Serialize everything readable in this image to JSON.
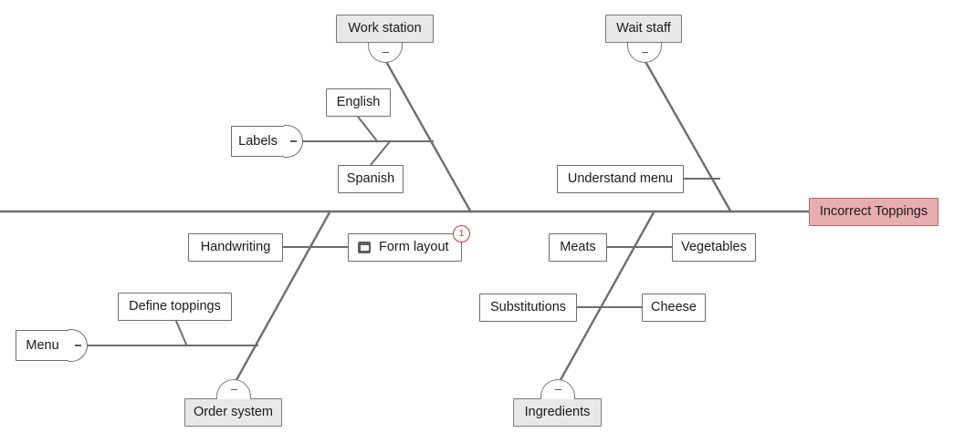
{
  "diagram": {
    "type": "fishbone-ishikawa",
    "title": "Incorrect Toppings",
    "effect": {
      "label": "Incorrect Toppings",
      "fill": "#e6aeae",
      "stroke": "#c06565"
    },
    "colors": {
      "spine": "#6e6e6e",
      "bone": "#6e6e6e",
      "category_fill": "#e8e8e8",
      "category_stroke": "#7a7a7a",
      "cause_fill": "#ffffff",
      "cause_stroke": "#6e6e6e",
      "badge": "#d33a3a",
      "text": "#1a1a1a",
      "background": "#ffffff"
    },
    "categories": [
      {
        "id": "work-station",
        "label": "Work station",
        "position": "top-left",
        "collapse_icon": "minus",
        "causes": [
          "English",
          "Spanish",
          "Labels"
        ]
      },
      {
        "id": "wait-staff",
        "label": "Wait staff",
        "position": "top-right",
        "collapse_icon": "minus",
        "causes": [
          "Understand menu"
        ]
      },
      {
        "id": "order-system",
        "label": "Order system",
        "position": "bottom-left",
        "collapse_icon": "minus",
        "causes": [
          "Handwriting",
          "Form layout",
          "Define toppings",
          "Menu"
        ]
      },
      {
        "id": "ingredients",
        "label": "Ingredients",
        "position": "bottom-right",
        "collapse_icon": "minus",
        "causes": [
          "Meats",
          "Vegetables",
          "Substitutions",
          "Cheese"
        ]
      }
    ],
    "nodes": {
      "work_station": "Work station",
      "wait_staff": "Wait staff",
      "order_system": "Order system",
      "ingredients": "Ingredients",
      "english": "English",
      "spanish": "Spanish",
      "labels": "Labels",
      "understand_menu": "Understand menu",
      "handwriting": "Handwriting",
      "form_layout": "Form layout",
      "define_toppings": "Define toppings",
      "menu": "Menu",
      "meats": "Meats",
      "vegetables": "Vegetables",
      "substitutions": "Substitutions",
      "cheese": "Cheese"
    },
    "annotations": {
      "form_layout_badge": "1",
      "form_layout_icon": "note-icon"
    },
    "collapse": {
      "minus": "–"
    }
  }
}
